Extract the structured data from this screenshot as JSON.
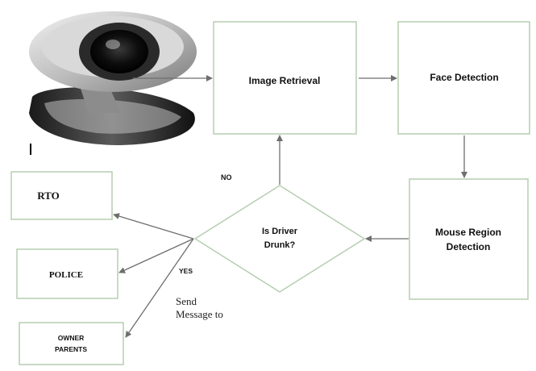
{
  "diagram": {
    "nodes": {
      "image_retrieval": "Image Retrieval",
      "face_detection": "Face Detection",
      "mouse_region_line1": "Mouse Region",
      "mouse_region_line2": "Detection",
      "decision_line1": "Is Driver",
      "decision_line2": "Drunk?",
      "rto": "RTO",
      "police": "POLICE",
      "owner_line1": "OWNER",
      "owner_line2": "PARENTS"
    },
    "edge_labels": {
      "no": "NO",
      "yes": "YES",
      "send_line1": "Send",
      "send_line2": "Message to"
    },
    "colors": {
      "box_border": "#b5ceb0",
      "arrow": "#6e6e6e",
      "text": "#111111"
    },
    "icons": {
      "input_device": "webcam-icon"
    }
  }
}
